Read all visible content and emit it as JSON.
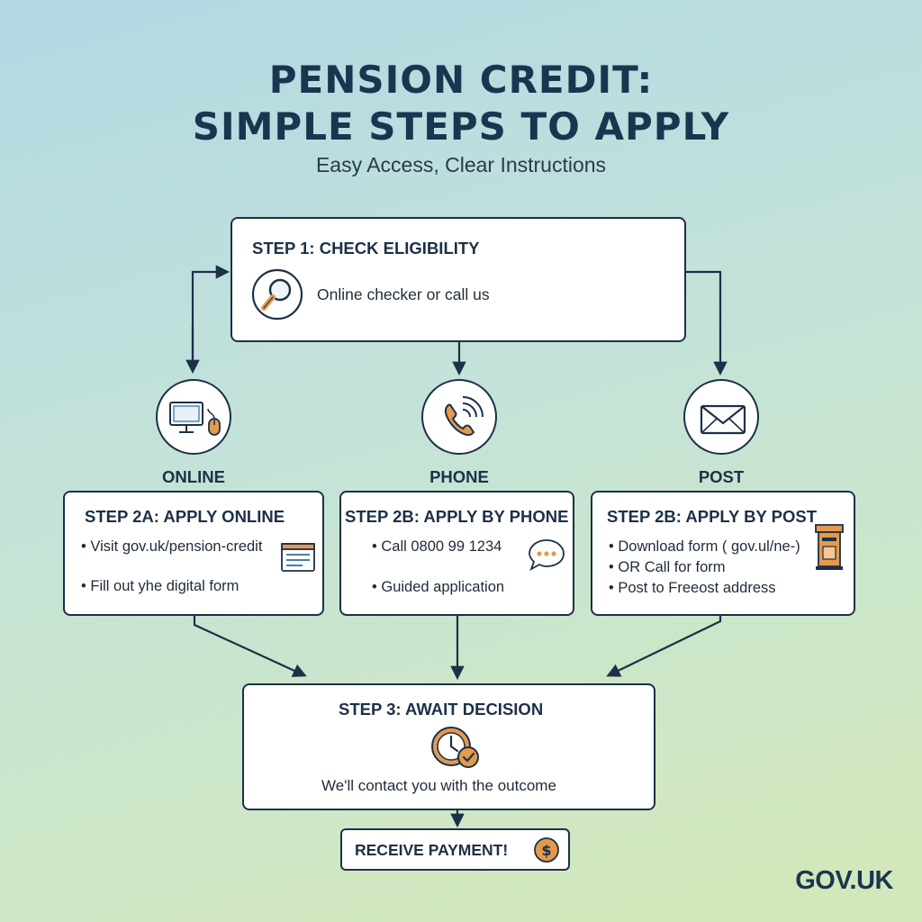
{
  "header": {
    "title_line1": "PENSION CREDIT:",
    "title_line2": "SIMPLE STEPS TO APPLY",
    "subtitle": "Easy Access, Clear Instructions"
  },
  "step1": {
    "title": "STEP 1: CHECK ELIGIBILITY",
    "text": "Online checker or call us",
    "icon": "magnifier-icon"
  },
  "channels": [
    {
      "label": "ONLINE",
      "icon": "computer-mouse-icon"
    },
    {
      "label": "PHONE",
      "icon": "phone-icon"
    },
    {
      "label": "POST",
      "icon": "envelope-icon"
    }
  ],
  "step2a": {
    "title": "STEP 2A: APPLY ONLINE",
    "bullets": [
      "• Visit gov.uk/pension-credit",
      "• Fill out yhe digital form"
    ],
    "icon": "browser-window-icon"
  },
  "step2b_phone": {
    "title": "STEP 2B: APPLY BY PHONE",
    "bullets": [
      "• Call 0800 99 1234",
      "• Guided application"
    ],
    "icon": "speech-bubble-icon"
  },
  "step2b_post": {
    "title": "STEP 2B: APPLY BY POST",
    "bullets": [
      "• Download form ( gov.ul/ne-)",
      "• OR Call for form",
      "• Post to Freeost address"
    ],
    "icon": "postbox-icon"
  },
  "step3": {
    "title": "STEP 3: AWAIT DECISION",
    "text": "We'll contact you with the outcome",
    "icon": "clock-check-icon"
  },
  "final": {
    "text": "RECEIVE PAYMENT!",
    "icon": "dollar-coin-icon"
  },
  "footer": {
    "brand": "GOV.UK"
  },
  "colors": {
    "navy": "#1d3047",
    "accent_orange": "#e39a4c",
    "icon_blue": "#2f6b9a"
  }
}
